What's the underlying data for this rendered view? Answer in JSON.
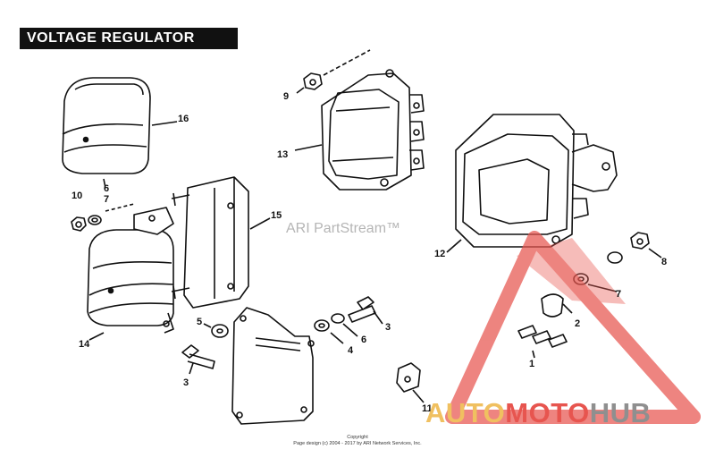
{
  "title": "VOLTAGE REGULATOR",
  "watermark_stream": "ARI PartStream™",
  "copyright_line1": "Copyright",
  "copyright_line2": "Page design (c) 2004 - 2017 by ARI Network Services, Inc.",
  "brand": {
    "auto": "AUTO",
    "moto": "MOTO",
    "hub": "HUB"
  },
  "colors": {
    "brand_yellow": "#f0c060",
    "brand_red": "#e7554f",
    "brand_gray": "#8f8f8f",
    "title_bg": "#111111"
  },
  "callouts": [
    "16",
    "6",
    "10",
    "7",
    "15",
    "9",
    "13",
    "12",
    "8",
    "7",
    "2",
    "14",
    "5",
    "3",
    "4",
    "6",
    "3",
    "1",
    "11"
  ]
}
